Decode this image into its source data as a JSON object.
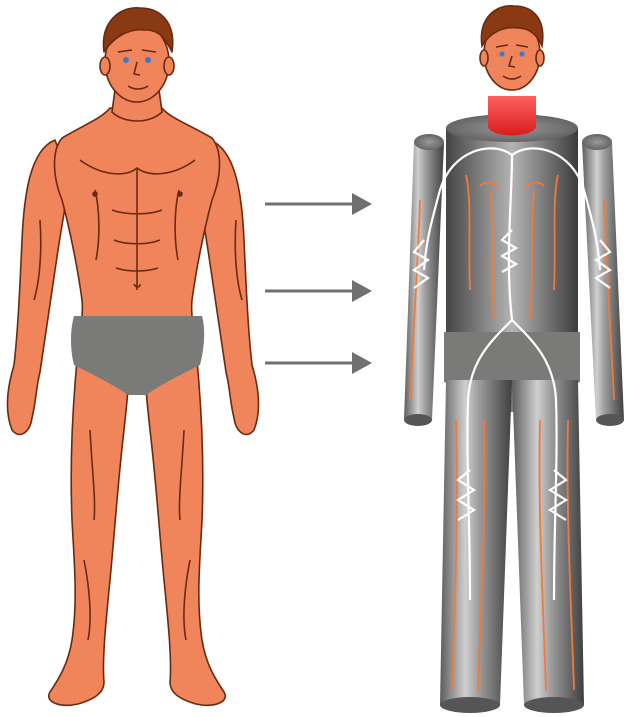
{
  "figure": {
    "panels": [
      {
        "id": "realistic-human-body"
      },
      {
        "id": "cylinder-model-body"
      }
    ],
    "arrows": [
      {
        "id": "arrow-top"
      },
      {
        "id": "arrow-middle"
      },
      {
        "id": "arrow-bottom"
      }
    ]
  },
  "colors": {
    "skin": "#f0845a",
    "outline": "#6a2a10",
    "hair": "#8a3a12",
    "eye": "#3a7ac8",
    "underwear": "#7a7a78",
    "arrow": "#707070",
    "cylinder_dark": "#5a5a5a",
    "cylinder_light": "#d8d8d8",
    "neck_highlight": "#ee3a3a",
    "vessel_orange": "#f07a3e",
    "vessel_white": "#ffffff"
  }
}
